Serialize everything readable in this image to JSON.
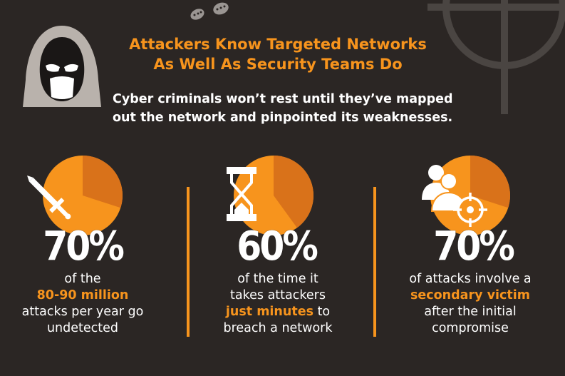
{
  "header": {
    "title_line1": "Attackers Know Targeted Networks",
    "title_line2": "As Well As Security Teams Do",
    "subtitle_line1": "Cyber criminals won’t rest until they’ve mapped",
    "subtitle_line2": "out the network and pinpointed its weaknesses."
  },
  "stats": [
    {
      "icon": "sword-icon",
      "percent": "70%",
      "fraction": 0.7,
      "line1": "of the",
      "highlight": "80-90 million",
      "line3": "attacks per year go",
      "line4": "undetected"
    },
    {
      "icon": "hourglass-icon",
      "percent": "60%",
      "fraction": 0.6,
      "line1": "of the time it",
      "line2": "takes attackers",
      "highlight": "just minutes",
      "highlight_after": " to",
      "line4": "breach a network"
    },
    {
      "icon": "users-target-icon",
      "percent": "70%",
      "fraction": 0.7,
      "line1": "of attacks involve a",
      "highlight": "secondary victim",
      "line3": "after the initial",
      "line4": "compromise"
    }
  ],
  "colors": {
    "background": "#2b2624",
    "accent": "#f7941d",
    "accent_dark": "#d9721a",
    "text": "#ffffff",
    "hacker_hood": "#b9b2ac"
  }
}
